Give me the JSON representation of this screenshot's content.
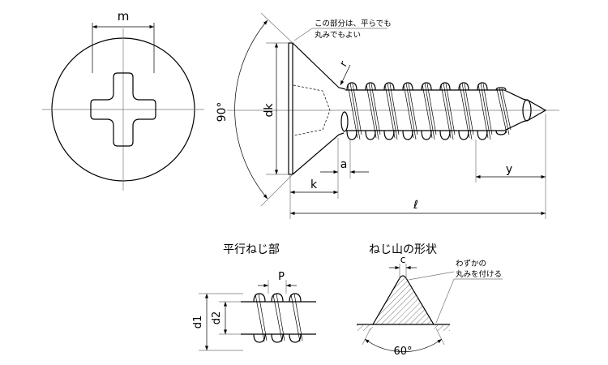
{
  "top_view": {
    "label_m": "m"
  },
  "side_view": {
    "note_line1": "この部分は、平らでも",
    "note_line2": "丸みでもよい",
    "label_r": "r",
    "label_angle": "90°",
    "label_dk": "dk",
    "label_k": "k",
    "label_a": "a",
    "label_y": "y",
    "label_l": "ℓ"
  },
  "parallel_thread": {
    "title": "平行ねじ部",
    "label_p": "P",
    "label_d1": "d1",
    "label_d2": "d2"
  },
  "thread_form": {
    "title": "ねじ山の形状",
    "label_c": "c",
    "note_line1": "わずかの",
    "note_line2": "丸みを付ける",
    "label_angle": "60°"
  }
}
